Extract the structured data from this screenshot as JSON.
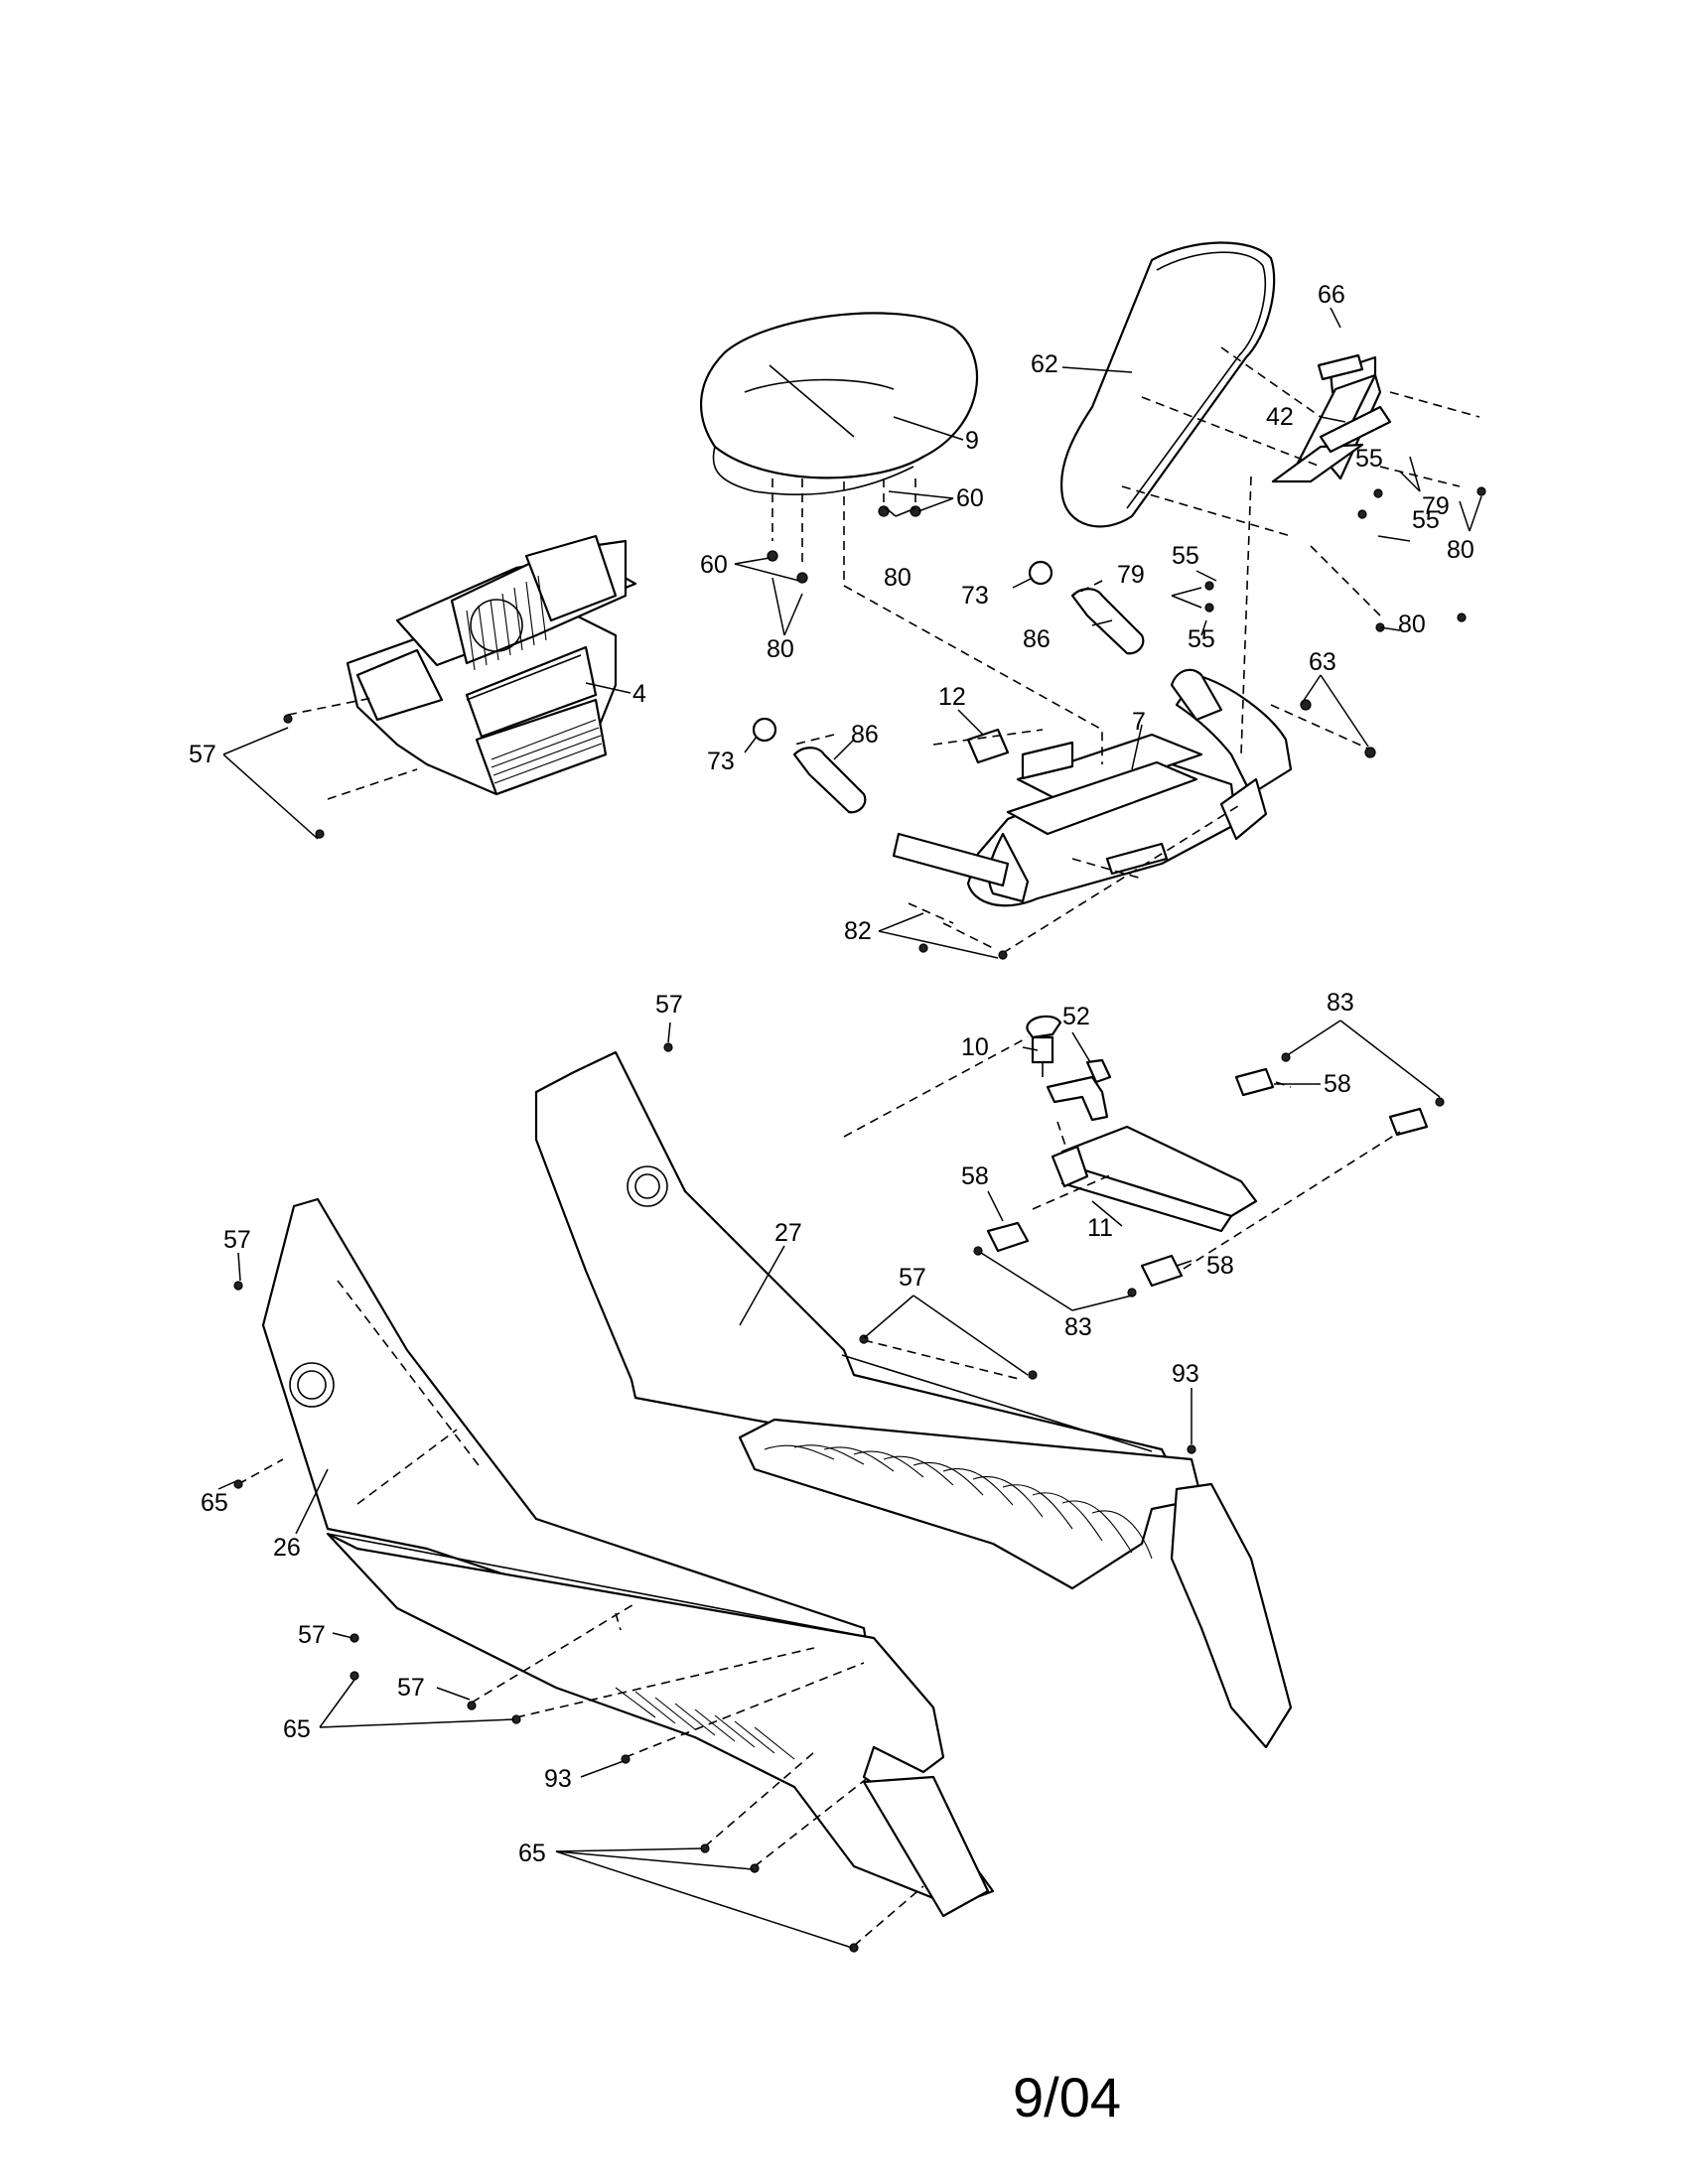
{
  "diagram": {
    "callouts": {
      "c4": "4",
      "c9": "9",
      "c60a": "60",
      "c60b": "60",
      "c80a": "80",
      "c80b": "80",
      "c62": "62",
      "c66": "66",
      "c42": "42",
      "c55a": "55",
      "c55b": "55",
      "c55c": "55",
      "c55d": "55",
      "c79a": "79",
      "c79b": "79",
      "c80c": "80",
      "c80d": "80",
      "c73a": "73",
      "c73b": "73",
      "c86a": "86",
      "c86b": "86",
      "c12": "12",
      "c7": "7",
      "c63": "63",
      "c82": "82",
      "c57a": "57",
      "c57b": "57",
      "c57c": "57",
      "c57d": "57",
      "c57e": "57",
      "c57f": "57",
      "c10": "10",
      "c52": "52",
      "c83a": "83",
      "c83b": "83",
      "c58a": "58",
      "c58b": "58",
      "c58c": "58",
      "c11": "11",
      "c27": "27",
      "c26": "26",
      "c65a": "65",
      "c65b": "65",
      "c65c": "65",
      "c93a": "93",
      "c93b": "93"
    }
  },
  "footer": {
    "date": "9/04"
  }
}
